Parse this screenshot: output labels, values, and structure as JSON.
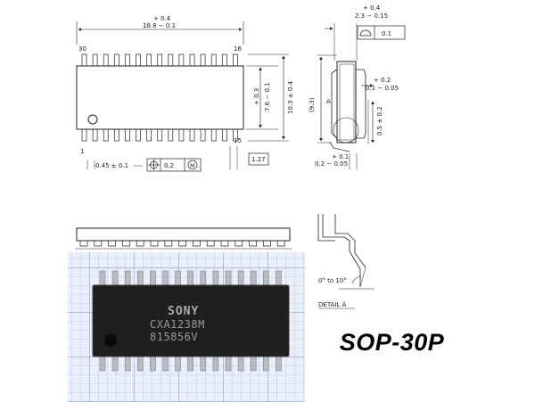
{
  "top_view": {
    "length_tol_plus": "+ 0.4",
    "length_dim": "18.8 − 0.1",
    "pin_first_top": "30",
    "pin_last_top": "16",
    "pin_first_bottom": "1",
    "pin_last_bottom": "15",
    "body_width_tol_plus": "+ 0.3",
    "body_width_dim": "7.6 − 0.1",
    "total_width_dim": "10.3 ± 0.4",
    "lead_width_dim": "0.45 ± 0.1",
    "position_tol": "0.2",
    "position_modifier": "M",
    "pitch_dim": "1.27"
  },
  "side_view": {
    "height_tol_plus": "+ 0.4",
    "height_dim": "2.3 − 0.15",
    "flatness_tol": "0.1",
    "overall_height": "(9.3)",
    "detail_marker": "A",
    "standoff_tol_plus": "+ 0.2",
    "standoff_dim": "0.1 − 0.05",
    "lead_length_dim": "0.5 ± 0.2",
    "thickness_tol_plus": "+ 0.1",
    "thickness_dim": "0.2 − 0.05"
  },
  "detail": {
    "angle_label": "0° to 10°",
    "title": "DETAIL  A"
  },
  "chip": {
    "brand": "SONY",
    "part": "CXA1238M",
    "lot": "815856V"
  },
  "package_label": "SOP-30P"
}
